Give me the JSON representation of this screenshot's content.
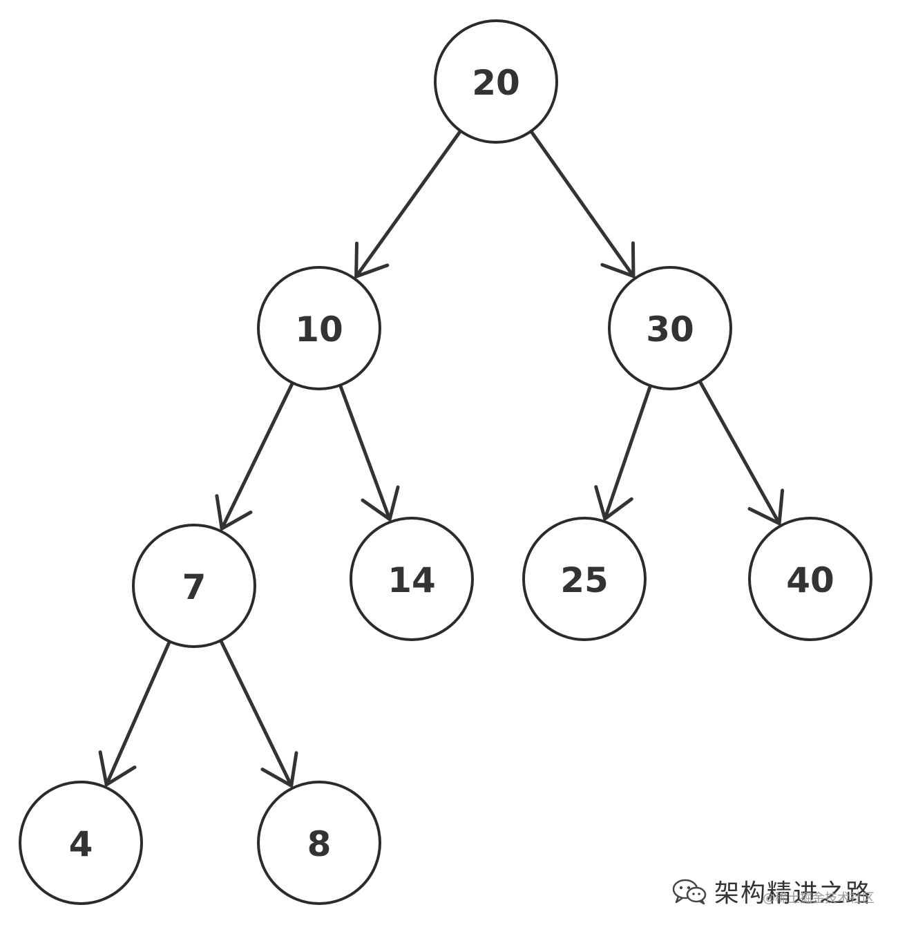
{
  "diagram": {
    "type": "binary-search-tree",
    "nodes": [
      {
        "id": "n20",
        "label": "20"
      },
      {
        "id": "n10",
        "label": "10"
      },
      {
        "id": "n30",
        "label": "30"
      },
      {
        "id": "n7",
        "label": "7"
      },
      {
        "id": "n14",
        "label": "14"
      },
      {
        "id": "n25",
        "label": "25"
      },
      {
        "id": "n40",
        "label": "40"
      },
      {
        "id": "n4",
        "label": "4"
      },
      {
        "id": "n8",
        "label": "8"
      }
    ],
    "edges": [
      {
        "from": "n20",
        "to": "n10"
      },
      {
        "from": "n20",
        "to": "n30"
      },
      {
        "from": "n10",
        "to": "n7"
      },
      {
        "from": "n10",
        "to": "n14"
      },
      {
        "from": "n30",
        "to": "n25"
      },
      {
        "from": "n30",
        "to": "n40"
      },
      {
        "from": "n7",
        "to": "n4"
      },
      {
        "from": "n7",
        "to": "n8"
      }
    ],
    "colors": {
      "stroke": "#333333",
      "background": "#ffffff"
    }
  },
  "watermark": {
    "icon": "wechat-icon",
    "title": "架构精进之路",
    "subtitle": "@稀土掘金技术社区"
  }
}
